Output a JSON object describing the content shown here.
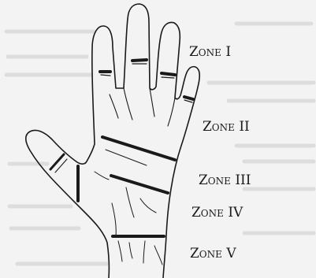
{
  "zones": [
    {
      "label": "Zone I"
    },
    {
      "label": "Zone II"
    },
    {
      "label": "Zone III"
    },
    {
      "label": "Zone IV"
    },
    {
      "label": "Zone V"
    }
  ],
  "colors": {
    "background": "#f3f3f3",
    "ink": "#1a1a1a",
    "faint_print": "#cfcfcf"
  }
}
